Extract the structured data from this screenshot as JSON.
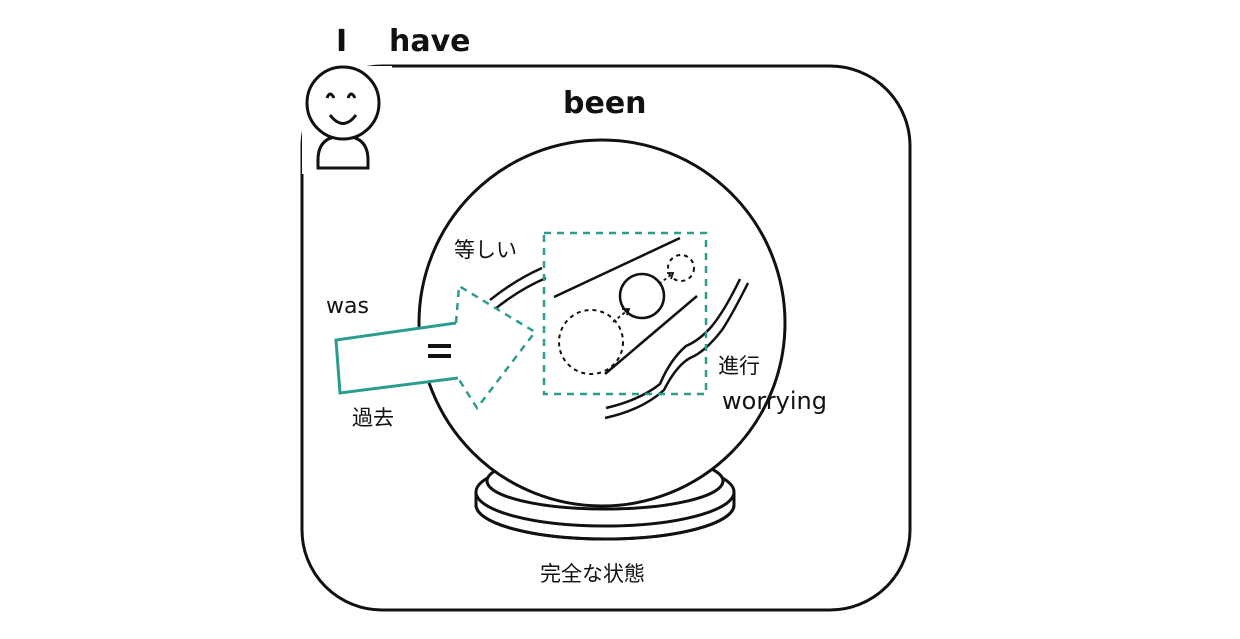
{
  "header": {
    "subject": "I",
    "auxiliary": "have"
  },
  "box": {
    "title": "been",
    "caption": "完全な状態"
  },
  "arrow": {
    "top_label": "was",
    "bottom_label": "過去",
    "symbol": "=",
    "equal_label": "等しい"
  },
  "progressive": {
    "label": "進行",
    "verb": "worrying"
  },
  "colors": {
    "accent": "#2a9d8f",
    "ink": "#111111"
  }
}
